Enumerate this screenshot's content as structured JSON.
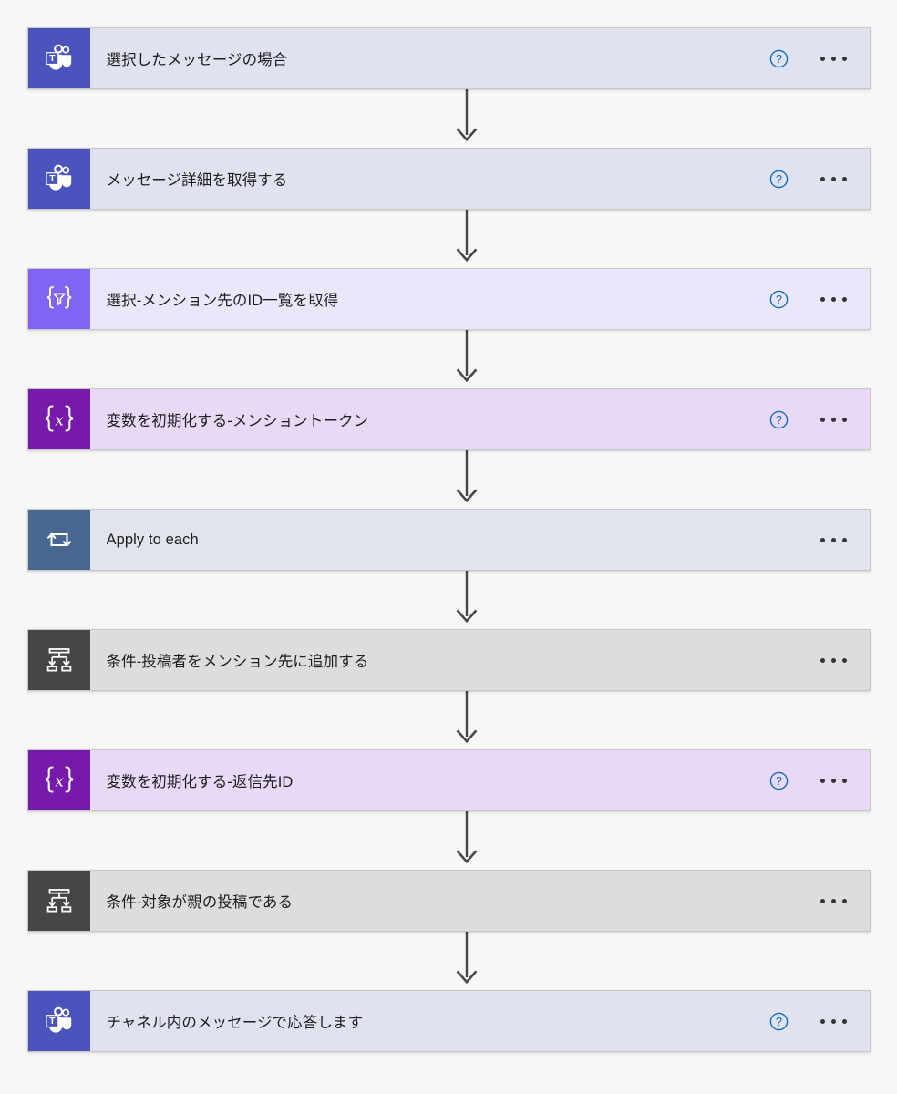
{
  "canvas": {
    "background_color": "#f7f7f7",
    "connector_color": "#484644",
    "card_border_color": "#c8c8c8"
  },
  "icons": {
    "help": "question-circle-icon",
    "more": "ellipsis-icon",
    "teams": "microsoft-teams-icon",
    "select": "select-braces-filter-icon",
    "variable": "variable-braces-x-icon",
    "loop": "apply-to-each-loop-icon",
    "condition": "condition-branch-icon",
    "arrow": "down-arrow-icon"
  },
  "palette": {
    "teams_icon_bg": "#4b53bc",
    "teams_card_bg": "#e1e2f0",
    "select_icon_bg": "#8264f5",
    "select_card_bg": "#ece6fb",
    "variable_icon_bg": "#7719aa",
    "variable_card_bg": "#e8d9f7",
    "loop_icon_bg": "#486791",
    "loop_card_bg": "#e1e4ec",
    "condition_icon_bg": "#484644",
    "condition_card_bg": "#dddddd",
    "help_icon_color": "#0f6cbd",
    "more_icon_color": "#333333"
  },
  "flow": {
    "steps": [
      {
        "id": "step-1",
        "title": "選択したメッセージの場合",
        "icon": "microsoft-teams-icon",
        "icon_bg": "#4b53bc",
        "card_bg": "#e1e2f0",
        "has_help": true,
        "has_more": true
      },
      {
        "id": "step-2",
        "title": "メッセージ詳細を取得する",
        "icon": "microsoft-teams-icon",
        "icon_bg": "#4b53bc",
        "card_bg": "#e1e2f0",
        "has_help": true,
        "has_more": true
      },
      {
        "id": "step-3",
        "title": "選択-メンション先のID一覧を取得",
        "icon": "select-braces-filter-icon",
        "icon_bg": "#8264f5",
        "card_bg": "#ece6fb",
        "has_help": true,
        "has_more": true
      },
      {
        "id": "step-4",
        "title": "変数を初期化する-メンショントークン",
        "icon": "variable-braces-x-icon",
        "icon_bg": "#7719aa",
        "card_bg": "#e8d9f7",
        "has_help": true,
        "has_more": true
      },
      {
        "id": "step-5",
        "title": "Apply to each",
        "icon": "apply-to-each-loop-icon",
        "icon_bg": "#486791",
        "card_bg": "#e1e4ec",
        "has_help": false,
        "has_more": true
      },
      {
        "id": "step-6",
        "title": "条件-投稿者をメンション先に追加する",
        "icon": "condition-branch-icon",
        "icon_bg": "#484644",
        "card_bg": "#dddddd",
        "has_help": false,
        "has_more": true
      },
      {
        "id": "step-7",
        "title": "変数を初期化する-返信先ID",
        "icon": "variable-braces-x-icon",
        "icon_bg": "#7719aa",
        "card_bg": "#e8d9f7",
        "has_help": true,
        "has_more": true
      },
      {
        "id": "step-8",
        "title": "条件-対象が親の投稿である",
        "icon": "condition-branch-icon",
        "icon_bg": "#484644",
        "card_bg": "#dddddd",
        "has_help": false,
        "has_more": true
      },
      {
        "id": "step-9",
        "title": "チャネル内のメッセージで応答します",
        "icon": "microsoft-teams-icon",
        "icon_bg": "#4b53bc",
        "card_bg": "#e1e2f0",
        "has_help": true,
        "has_more": true
      }
    ]
  }
}
